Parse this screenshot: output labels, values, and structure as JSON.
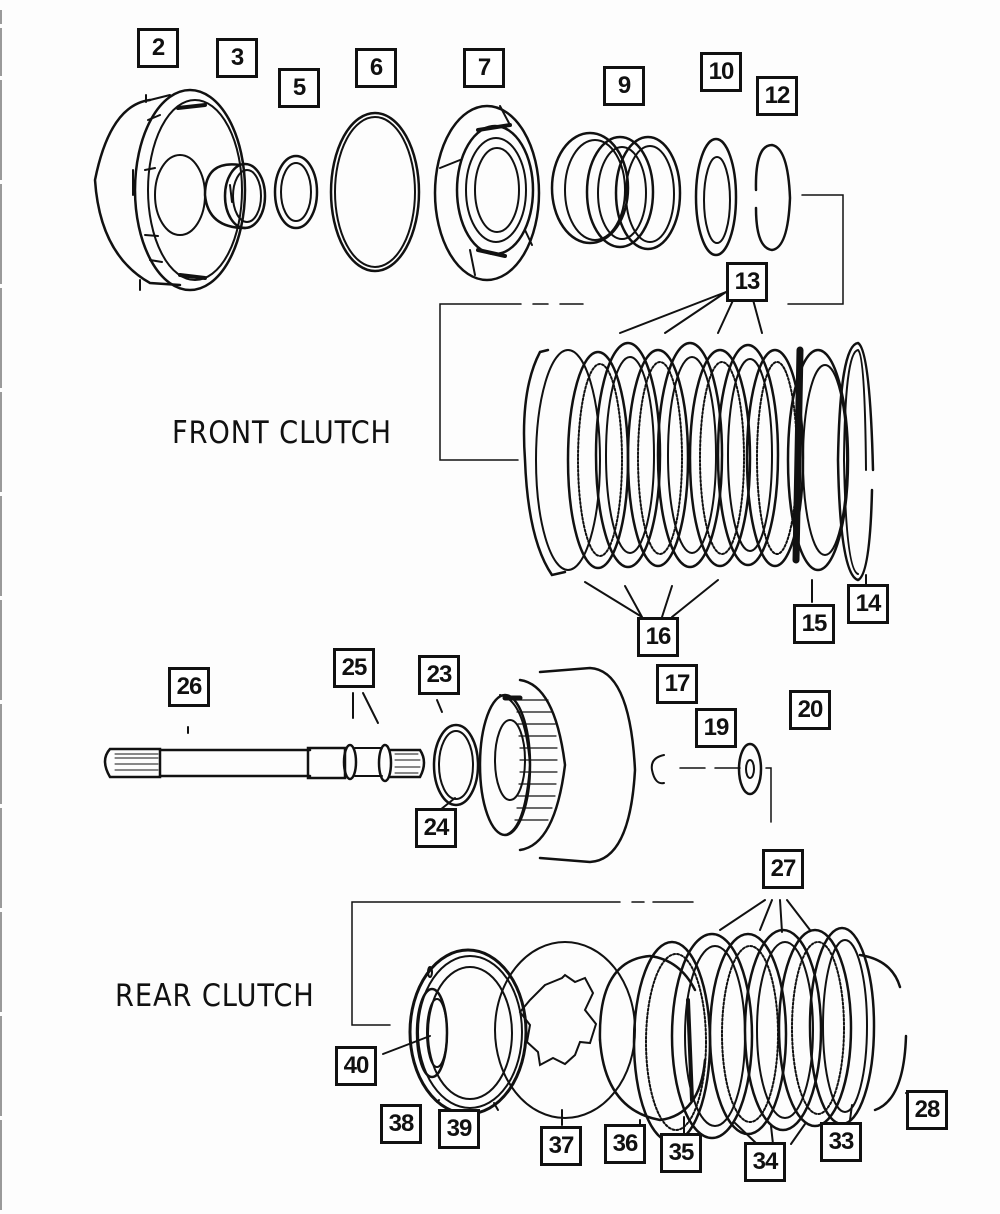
{
  "diagram": {
    "type": "exploded-parts-view",
    "subject": "Automatic transmission front and rear clutch assemblies",
    "section_labels": {
      "front_clutch": "FRONT CLUTCH",
      "rear_clutch": "REAR CLUTCH"
    },
    "callouts": {
      "c2": "2",
      "c3": "3",
      "c5": "5",
      "c6": "6",
      "c7": "7",
      "c9": "9",
      "c10": "10",
      "c12": "12",
      "c13": "13",
      "c14": "14",
      "c15": "15",
      "c16": "16",
      "c17": "17",
      "c19": "19",
      "c20": "20",
      "c23": "23",
      "c24": "24",
      "c25": "25",
      "c26": "26",
      "c27": "27",
      "c28": "28",
      "c33": "33",
      "c34": "34",
      "c35": "35",
      "c36": "36",
      "c37": "37",
      "c38": "38",
      "c39": "39",
      "c40": "40"
    },
    "line_color": "#111111",
    "background": "#fdfdfd"
  }
}
